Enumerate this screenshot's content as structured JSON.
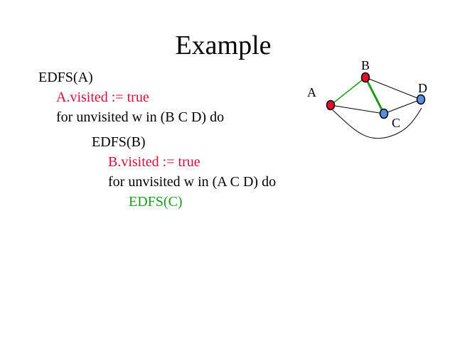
{
  "title": "Example",
  "code": {
    "line1": "EDFS(A)",
    "line2": "A.visited := true",
    "line3": "for unvisited w in (B C D) do",
    "line4": "EDFS(B)",
    "line5": "B.visited := true",
    "line6": "for unvisited w in (A C D) do",
    "line7": "EDFS(C)"
  },
  "graph": {
    "nodes": [
      {
        "id": "A",
        "label": "A",
        "visited": true
      },
      {
        "id": "B",
        "label": "B",
        "visited": true
      },
      {
        "id": "C",
        "label": "C",
        "visited": false
      },
      {
        "id": "D",
        "label": "D",
        "visited": false
      }
    ],
    "edges": [
      {
        "from": "A",
        "to": "B",
        "traversed": true
      },
      {
        "from": "B",
        "to": "C",
        "traversed": true
      },
      {
        "from": "A",
        "to": "C",
        "traversed": false
      },
      {
        "from": "B",
        "to": "D",
        "traversed": false
      },
      {
        "from": "C",
        "to": "D",
        "traversed": false
      },
      {
        "from": "A",
        "to": "D",
        "traversed": false
      }
    ],
    "colors": {
      "visited": "#e0102a",
      "unvisited": "#5a8ee0",
      "traversed": "#1a9a1a",
      "edge": "#000000"
    }
  }
}
